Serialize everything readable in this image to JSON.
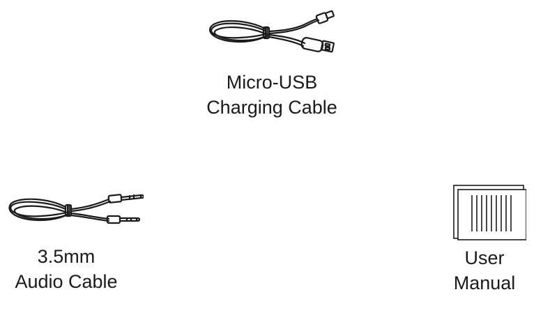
{
  "items": {
    "usb": {
      "line1": "Micro-USB",
      "line2": "Charging Cable",
      "icon": "usb-cable-icon"
    },
    "audio": {
      "line1": "3.5mm",
      "line2": "Audio Cable",
      "icon": "audio-cable-icon"
    },
    "manual": {
      "line1": "User",
      "line2": "Manual",
      "icon": "manual-icon"
    }
  },
  "colors": {
    "ink": "#1a1a1a",
    "background": "#ffffff"
  }
}
